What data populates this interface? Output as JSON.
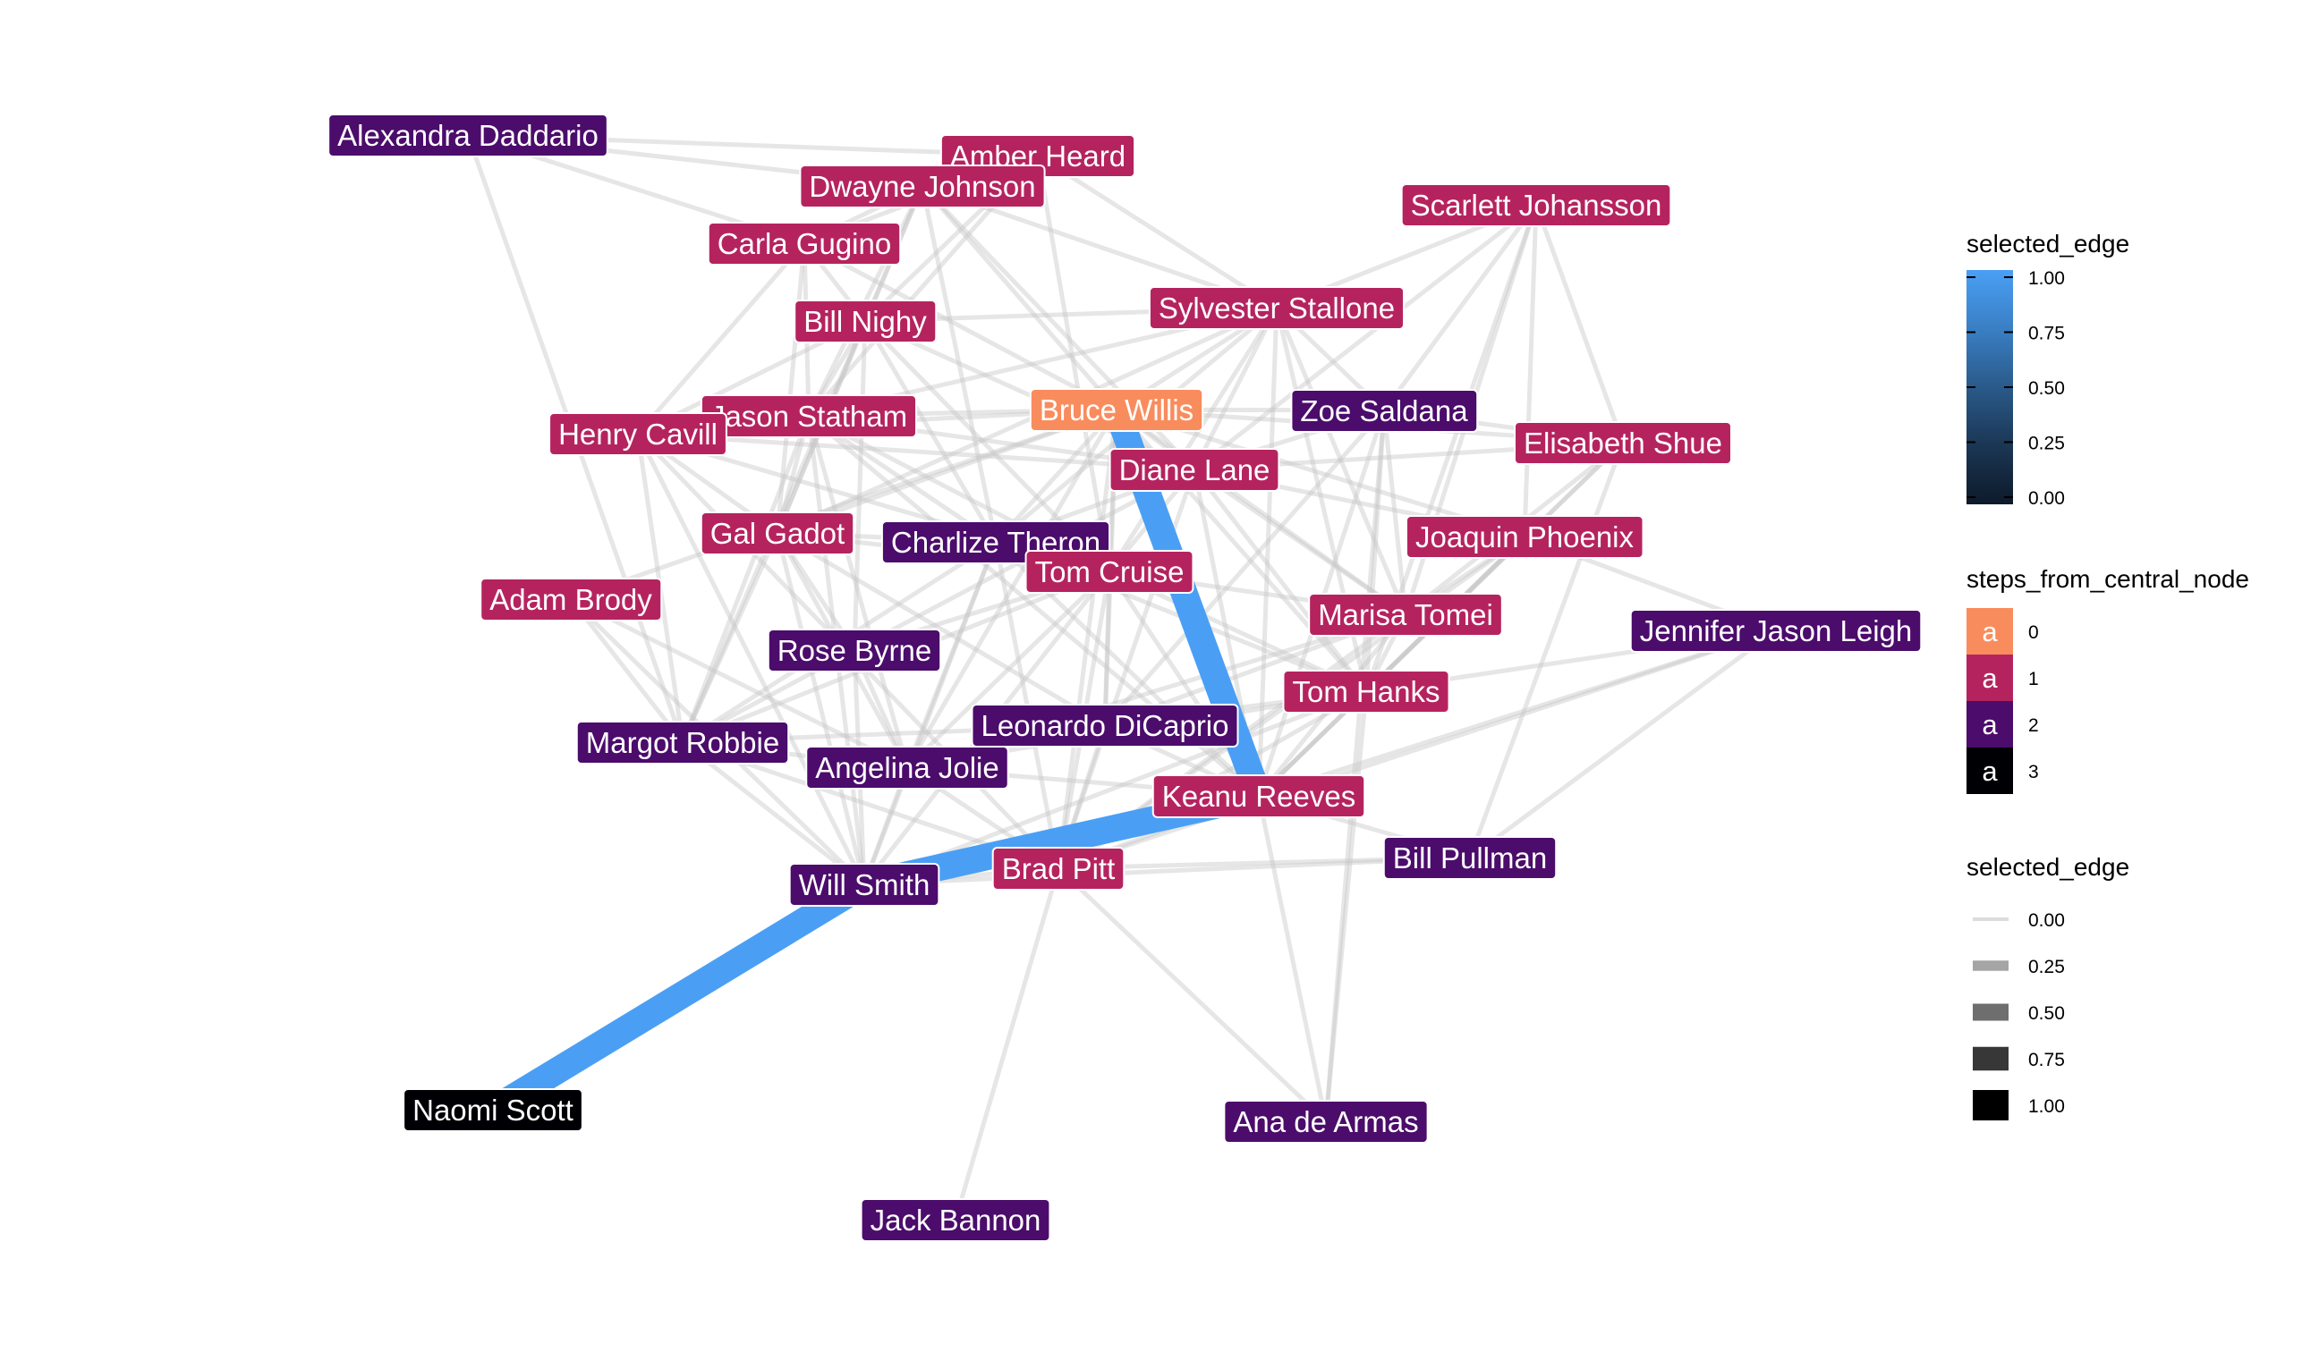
{
  "colors": {
    "step_0": "#F98C5D",
    "step_1": "#B5235F",
    "step_2": "#4B0C6B",
    "step_3": "#000004",
    "selected_edge": "#4A9FF5",
    "edge": "#C8C8C8",
    "label_text": "#FFFFFF"
  },
  "nodes": [
    {
      "id": "Alexandra Daddario",
      "label": "Alexandra Daddario",
      "step": 2
    },
    {
      "id": "Amber Heard",
      "label": "Amber Heard",
      "step": 1
    },
    {
      "id": "Dwayne Johnson",
      "label": "Dwayne Johnson",
      "step": 1
    },
    {
      "id": "Carla Gugino",
      "label": "Carla Gugino",
      "step": 1
    },
    {
      "id": "Scarlett Johansson",
      "label": "Scarlett Johansson",
      "step": 1
    },
    {
      "id": "Bill Nighy",
      "label": "Bill Nighy",
      "step": 1
    },
    {
      "id": "Sylvester Stallone",
      "label": "Sylvester Stallone",
      "step": 1
    },
    {
      "id": "Bruce Willis",
      "label": "Bruce Willis",
      "step": 0
    },
    {
      "id": "Zoe Saldana",
      "label": "Zoe Saldana",
      "step": 2
    },
    {
      "id": "Jason Statham",
      "label": "Jason Statham",
      "step": 1
    },
    {
      "id": "Henry Cavill",
      "label": "Henry Cavill",
      "step": 1
    },
    {
      "id": "Elisabeth Shue",
      "label": "Elisabeth Shue",
      "step": 1
    },
    {
      "id": "Diane Lane",
      "label": "Diane Lane",
      "step": 1
    },
    {
      "id": "Gal Gadot",
      "label": "Gal Gadot",
      "step": 1
    },
    {
      "id": "Charlize Theron",
      "label": "Charlize Theron",
      "step": 2
    },
    {
      "id": "Joaquin Phoenix",
      "label": "Joaquin Phoenix",
      "step": 1
    },
    {
      "id": "Tom Cruise",
      "label": "Tom Cruise",
      "step": 1
    },
    {
      "id": "Adam Brody",
      "label": "Adam Brody",
      "step": 1
    },
    {
      "id": "Marisa Tomei",
      "label": "Marisa Tomei",
      "step": 1
    },
    {
      "id": "Jennifer Jason Leigh",
      "label": "Jennifer Jason Leigh",
      "step": 2
    },
    {
      "id": "Rose Byrne",
      "label": "Rose Byrne",
      "step": 2
    },
    {
      "id": "Tom Hanks",
      "label": "Tom Hanks",
      "step": 1
    },
    {
      "id": "Leonardo DiCaprio",
      "label": "Leonardo DiCaprio",
      "step": 2
    },
    {
      "id": "Margot Robbie",
      "label": "Margot Robbie",
      "step": 2
    },
    {
      "id": "Angelina Jolie",
      "label": "Angelina Jolie",
      "step": 2
    },
    {
      "id": "Keanu Reeves",
      "label": "Keanu Reeves",
      "step": 1
    },
    {
      "id": "Bill Pullman",
      "label": "Bill Pullman",
      "step": 2
    },
    {
      "id": "Will Smith",
      "label": "Will Smith",
      "step": 2
    },
    {
      "id": "Brad Pitt",
      "label": "Brad Pitt",
      "step": 1
    },
    {
      "id": "Naomi Scott",
      "label": "Naomi Scott",
      "step": 3
    },
    {
      "id": "Ana de Armas",
      "label": "Ana de Armas",
      "step": 2
    },
    {
      "id": "Jack Bannon",
      "label": "Jack Bannon",
      "step": 2
    }
  ],
  "edges": [
    [
      "Bruce Willis",
      "Keanu Reeves",
      1
    ],
    [
      "Keanu Reeves",
      "Will Smith",
      1
    ],
    [
      "Will Smith",
      "Naomi Scott",
      1
    ],
    [
      "Alexandra Daddario",
      "Dwayne Johnson",
      0
    ],
    [
      "Alexandra Daddario",
      "Carla Gugino",
      0
    ],
    [
      "Alexandra Daddario",
      "Amber Heard",
      0
    ],
    [
      "Alexandra Daddario",
      "Margot Robbie",
      0
    ],
    [
      "Amber Heard",
      "Carla Gugino",
      0
    ],
    [
      "Amber Heard",
      "Jason Statham",
      0
    ],
    [
      "Amber Heard",
      "Bill Nighy",
      0
    ],
    [
      "Amber Heard",
      "Sylvester Stallone",
      0
    ],
    [
      "Amber Heard",
      "Tom Cruise",
      0
    ],
    [
      "Dwayne Johnson",
      "Carla Gugino",
      0
    ],
    [
      "Dwayne Johnson",
      "Bill Nighy",
      0
    ],
    [
      "Dwayne Johnson",
      "Jason Statham",
      0
    ],
    [
      "Dwayne Johnson",
      "Sylvester Stallone",
      0
    ],
    [
      "Dwayne Johnson",
      "Bruce Willis",
      0
    ],
    [
      "Dwayne Johnson",
      "Diane Lane",
      0
    ],
    [
      "Dwayne Johnson",
      "Charlize Theron",
      0
    ],
    [
      "Dwayne Johnson",
      "Gal Gadot",
      0
    ],
    [
      "Carla Gugino",
      "Bill Nighy",
      0
    ],
    [
      "Carla Gugino",
      "Henry Cavill",
      0
    ],
    [
      "Carla Gugino",
      "Jason Statham",
      0
    ],
    [
      "Carla Gugino",
      "Bruce Willis",
      0
    ],
    [
      "Carla Gugino",
      "Gal Gadot",
      0
    ],
    [
      "Bill Nighy",
      "Sylvester Stallone",
      0
    ],
    [
      "Bill Nighy",
      "Jason Statham",
      0
    ],
    [
      "Bill Nighy",
      "Henry Cavill",
      0
    ],
    [
      "Bill Nighy",
      "Gal Gadot",
      0
    ],
    [
      "Bill Nighy",
      "Margot Robbie",
      0
    ],
    [
      "Bill Nighy",
      "Tom Cruise",
      0
    ],
    [
      "Bill Nighy",
      "Rose Byrne",
      0
    ],
    [
      "Bill Nighy",
      "Charlize Theron",
      0
    ],
    [
      "Bill Nighy",
      "Diane Lane",
      0
    ],
    [
      "Scarlett Johansson",
      "Sylvester Stallone",
      0
    ],
    [
      "Scarlett Johansson",
      "Zoe Saldana",
      0
    ],
    [
      "Scarlett Johansson",
      "Elisabeth Shue",
      0
    ],
    [
      "Scarlett Johansson",
      "Marisa Tomei",
      0
    ],
    [
      "Scarlett Johansson",
      "Tom Hanks",
      0
    ],
    [
      "Scarlett Johansson",
      "Joaquin Phoenix",
      0
    ],
    [
      "Scarlett Johansson",
      "Diane Lane",
      0
    ],
    [
      "Sylvester Stallone",
      "Bruce Willis",
      0
    ],
    [
      "Sylvester Stallone",
      "Jason Statham",
      0
    ],
    [
      "Sylvester Stallone",
      "Zoe Saldana",
      0
    ],
    [
      "Sylvester Stallone",
      "Diane Lane",
      0
    ],
    [
      "Sylvester Stallone",
      "Charlize Theron",
      0
    ],
    [
      "Sylvester Stallone",
      "Tom Cruise",
      0
    ],
    [
      "Sylvester Stallone",
      "Marisa Tomei",
      0
    ],
    [
      "Sylvester Stallone",
      "Tom Hanks",
      0
    ],
    [
      "Sylvester Stallone",
      "Keanu Reeves",
      0
    ],
    [
      "Sylvester Stallone",
      "Gal Gadot",
      0
    ],
    [
      "Bruce Willis",
      "Jason Statham",
      0
    ],
    [
      "Bruce Willis",
      "Henry Cavill",
      0
    ],
    [
      "Bruce Willis",
      "Diane Lane",
      0
    ],
    [
      "Bruce Willis",
      "Zoe Saldana",
      0
    ],
    [
      "Bruce Willis",
      "Charlize Theron",
      0
    ],
    [
      "Bruce Willis",
      "Tom Cruise",
      0
    ],
    [
      "Bruce Willis",
      "Gal Gadot",
      0
    ],
    [
      "Bruce Willis",
      "Marisa Tomei",
      0
    ],
    [
      "Bruce Willis",
      "Elisabeth Shue",
      0
    ],
    [
      "Bruce Willis",
      "Joaquin Phoenix",
      0
    ],
    [
      "Bruce Willis",
      "Tom Hanks",
      0
    ],
    [
      "Bruce Willis",
      "Brad Pitt",
      0
    ],
    [
      "Bruce Willis",
      "Angelina Jolie",
      0
    ],
    [
      "Bruce Willis",
      "Leonardo DiCaprio",
      0
    ],
    [
      "Bruce Willis",
      "Adam Brody",
      0
    ],
    [
      "Zoe Saldana",
      "Diane Lane",
      0
    ],
    [
      "Zoe Saldana",
      "Elisabeth Shue",
      0
    ],
    [
      "Zoe Saldana",
      "Marisa Tomei",
      0
    ],
    [
      "Zoe Saldana",
      "Tom Hanks",
      0
    ],
    [
      "Zoe Saldana",
      "Leonardo DiCaprio",
      0
    ],
    [
      "Zoe Saldana",
      "Keanu Reeves",
      0
    ],
    [
      "Jason Statham",
      "Henry Cavill",
      0
    ],
    [
      "Jason Statham",
      "Gal Gadot",
      0
    ],
    [
      "Jason Statham",
      "Diane Lane",
      0
    ],
    [
      "Jason Statham",
      "Charlize Theron",
      0
    ],
    [
      "Jason Statham",
      "Tom Cruise",
      0
    ],
    [
      "Jason Statham",
      "Margot Robbie",
      0
    ],
    [
      "Jason Statham",
      "Angelina Jolie",
      0
    ],
    [
      "Jason Statham",
      "Will Smith",
      0
    ],
    [
      "Jason Statham",
      "Keanu Reeves",
      0
    ],
    [
      "Henry Cavill",
      "Gal Gadot",
      0
    ],
    [
      "Henry Cavill",
      "Tom Cruise",
      0
    ],
    [
      "Henry Cavill",
      "Margot Robbie",
      0
    ],
    [
      "Henry Cavill",
      "Will Smith",
      0
    ],
    [
      "Henry Cavill",
      "Diane Lane",
      0
    ],
    [
      "Henry Cavill",
      "Brad Pitt",
      0
    ],
    [
      "Elisabeth Shue",
      "Marisa Tomei",
      0
    ],
    [
      "Elisabeth Shue",
      "Tom Hanks",
      0
    ],
    [
      "Elisabeth Shue",
      "Bill Pullman",
      0
    ],
    [
      "Elisabeth Shue",
      "Keanu Reeves",
      0
    ],
    [
      "Elisabeth Shue",
      "Diane Lane",
      0
    ],
    [
      "Diane Lane",
      "Tom Cruise",
      0
    ],
    [
      "Diane Lane",
      "Marisa Tomei",
      0
    ],
    [
      "Diane Lane",
      "Tom Hanks",
      0
    ],
    [
      "Diane Lane",
      "Keanu Reeves",
      0
    ],
    [
      "Diane Lane",
      "Charlize Theron",
      0
    ],
    [
      "Diane Lane",
      "Joaquin Phoenix",
      0
    ],
    [
      "Diane Lane",
      "Rose Byrne",
      0
    ],
    [
      "Diane Lane",
      "Brad Pitt",
      0
    ],
    [
      "Gal Gadot",
      "Tom Cruise",
      0
    ],
    [
      "Gal Gadot",
      "Margot Robbie",
      0
    ],
    [
      "Gal Gadot",
      "Charlize Theron",
      0
    ],
    [
      "Gal Gadot",
      "Will Smith",
      0
    ],
    [
      "Gal Gadot",
      "Rose Byrne",
      0
    ],
    [
      "Gal Gadot",
      "Angelina Jolie",
      0
    ],
    [
      "Gal Gadot",
      "Leonardo DiCaprio",
      0
    ],
    [
      "Charlize Theron",
      "Tom Cruise",
      0
    ],
    [
      "Charlize Theron",
      "Keanu Reeves",
      0
    ],
    [
      "Charlize Theron",
      "Will Smith",
      0
    ],
    [
      "Charlize Theron",
      "Brad Pitt",
      0
    ],
    [
      "Charlize Theron",
      "Tom Hanks",
      0
    ],
    [
      "Charlize Theron",
      "Margot Robbie",
      0
    ],
    [
      "Charlize Theron",
      "Angelina Jolie",
      0
    ],
    [
      "Joaquin Phoenix",
      "Marisa Tomei",
      0
    ],
    [
      "Joaquin Phoenix",
      "Tom Hanks",
      0
    ],
    [
      "Joaquin Phoenix",
      "Keanu Reeves",
      0
    ],
    [
      "Joaquin Phoenix",
      "Brad Pitt",
      0
    ],
    [
      "Joaquin Phoenix",
      "Jennifer Jason Leigh",
      0
    ],
    [
      "Tom Cruise",
      "Marisa Tomei",
      0
    ],
    [
      "Tom Cruise",
      "Tom Hanks",
      0
    ],
    [
      "Tom Cruise",
      "Keanu Reeves",
      0
    ],
    [
      "Tom Cruise",
      "Margot Robbie",
      0
    ],
    [
      "Tom Cruise",
      "Angelina Jolie",
      0
    ],
    [
      "Tom Cruise",
      "Will Smith",
      0
    ],
    [
      "Tom Cruise",
      "Rose Byrne",
      0
    ],
    [
      "Tom Cruise",
      "Leonardo DiCaprio",
      0
    ],
    [
      "Tom Cruise",
      "Brad Pitt",
      0
    ],
    [
      "Adam Brody",
      "Margot Robbie",
      0
    ],
    [
      "Adam Brody",
      "Will Smith",
      0
    ],
    [
      "Adam Brody",
      "Angelina Jolie",
      0
    ],
    [
      "Marisa Tomei",
      "Tom Hanks",
      0
    ],
    [
      "Marisa Tomei",
      "Keanu Reeves",
      0
    ],
    [
      "Marisa Tomei",
      "Brad Pitt",
      0
    ],
    [
      "Marisa Tomei",
      "Leonardo DiCaprio",
      0
    ],
    [
      "Marisa Tomei",
      "Angelina Jolie",
      0
    ],
    [
      "Jennifer Jason Leigh",
      "Tom Hanks",
      0
    ],
    [
      "Jennifer Jason Leigh",
      "Brad Pitt",
      0
    ],
    [
      "Jennifer Jason Leigh",
      "Keanu Reeves",
      0
    ],
    [
      "Rose Byrne",
      "Margot Robbie",
      0
    ],
    [
      "Rose Byrne",
      "Angelina Jolie",
      0
    ],
    [
      "Rose Byrne",
      "Will Smith",
      0
    ],
    [
      "Tom Hanks",
      "Keanu Reeves",
      0
    ],
    [
      "Tom Hanks",
      "Brad Pitt",
      0
    ],
    [
      "Tom Hanks",
      "Leonardo DiCaprio",
      0
    ],
    [
      "Tom Hanks",
      "Angelina Jolie",
      0
    ],
    [
      "Tom Hanks",
      "Will Smith",
      0
    ],
    [
      "Leonardo DiCaprio",
      "Brad Pitt",
      0
    ],
    [
      "Leonardo DiCaprio",
      "Keanu Reeves",
      0
    ],
    [
      "Leonardo DiCaprio",
      "Angelina Jolie",
      0
    ],
    [
      "Leonardo DiCaprio",
      "Margot Robbie",
      0
    ],
    [
      "Margot Robbie",
      "Will Smith",
      0
    ],
    [
      "Margot Robbie",
      "Brad Pitt",
      0
    ],
    [
      "Margot Robbie",
      "Angelina Jolie",
      0
    ],
    [
      "Angelina Jolie",
      "Will Smith",
      0
    ],
    [
      "Angelina Jolie",
      "Brad Pitt",
      0
    ],
    [
      "Angelina Jolie",
      "Keanu Reeves",
      0
    ],
    [
      "Keanu Reeves",
      "Brad Pitt",
      0
    ],
    [
      "Keanu Reeves",
      "Bill Pullman",
      0
    ],
    [
      "Keanu Reeves",
      "Ana de Armas",
      0
    ],
    [
      "Will Smith",
      "Brad Pitt",
      0
    ],
    [
      "Will Smith",
      "Bill Pullman",
      0
    ],
    [
      "Brad Pitt",
      "Bill Pullman",
      0
    ],
    [
      "Brad Pitt",
      "Ana de Armas",
      0
    ],
    [
      "Brad Pitt",
      "Jack Bannon",
      0
    ],
    [
      "Bill Pullman",
      "Jennifer Jason Leigh",
      0
    ],
    [
      "Tom Hanks",
      "Ana de Armas",
      0
    ],
    [
      "Zoe Saldana",
      "Ana de Armas",
      0
    ]
  ],
  "legend": {
    "color_title": "selected_edge",
    "color_ticks": [
      "1.00",
      "0.75",
      "0.50",
      "0.25",
      "0.00"
    ],
    "steps_title": "steps_from_central_node",
    "steps_key_letter": "a",
    "steps_values": [
      "0",
      "1",
      "2",
      "3"
    ],
    "width_title": "selected_edge",
    "width_values": [
      "0.00",
      "0.25",
      "0.50",
      "0.75",
      "1.00"
    ]
  }
}
